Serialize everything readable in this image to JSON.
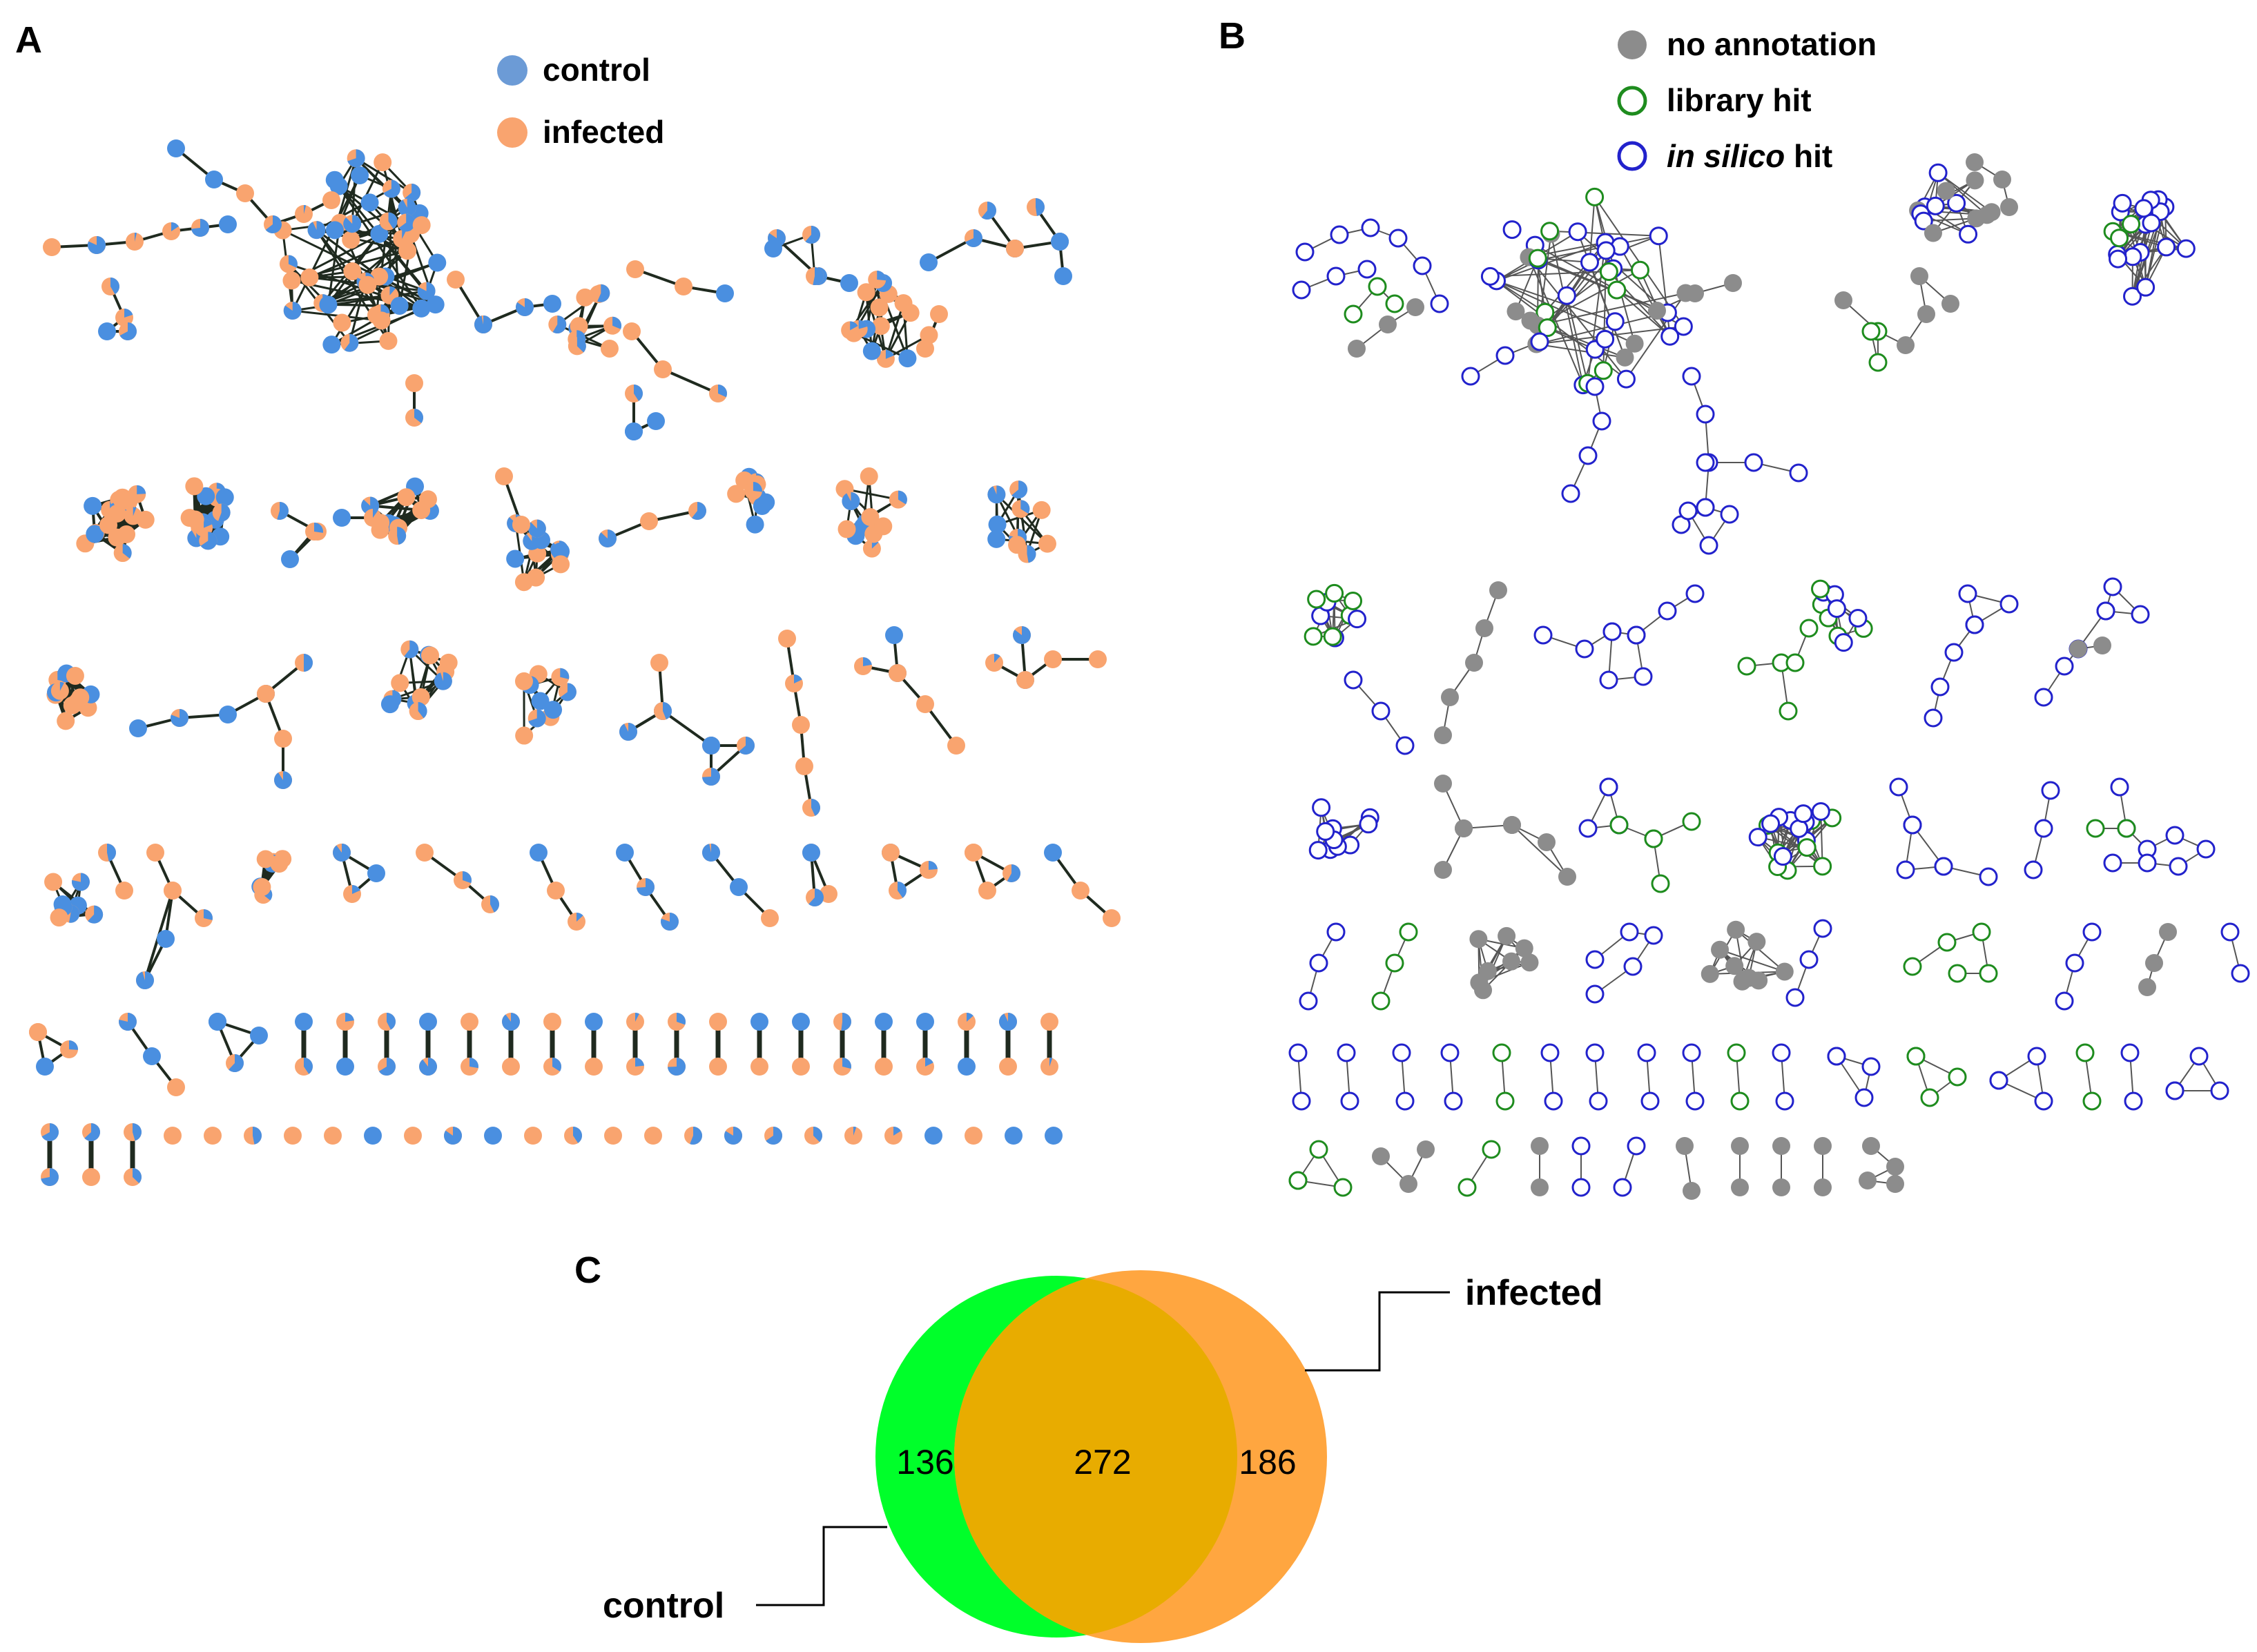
{
  "panels": {
    "a": {
      "letter": "A"
    },
    "b": {
      "letter": "B"
    },
    "c": {
      "letter": "C"
    }
  },
  "legend_a": {
    "control": "control",
    "infected": "infected"
  },
  "legend_b": {
    "no_annotation": "no annotation",
    "library_hit": "library hit",
    "in_silico_italic": "in silico",
    "in_silico_rest": " hit"
  },
  "venn": {
    "control_only": "136",
    "shared": "272",
    "infected_only": "186",
    "label_control": "control",
    "label_infected": "infected"
  },
  "colors": {
    "control": "#4a8fe0",
    "infected": "#f9a46f",
    "edge_a": "#1f2a1f",
    "no_annotation": "#8c8c8c",
    "library_hit": "#1e8c1e",
    "in_silico_hit": "#2222cc",
    "venn_control": "#00ff2a",
    "venn_infected": "#ffa640",
    "venn_overlap": "#e8ac00"
  }
}
